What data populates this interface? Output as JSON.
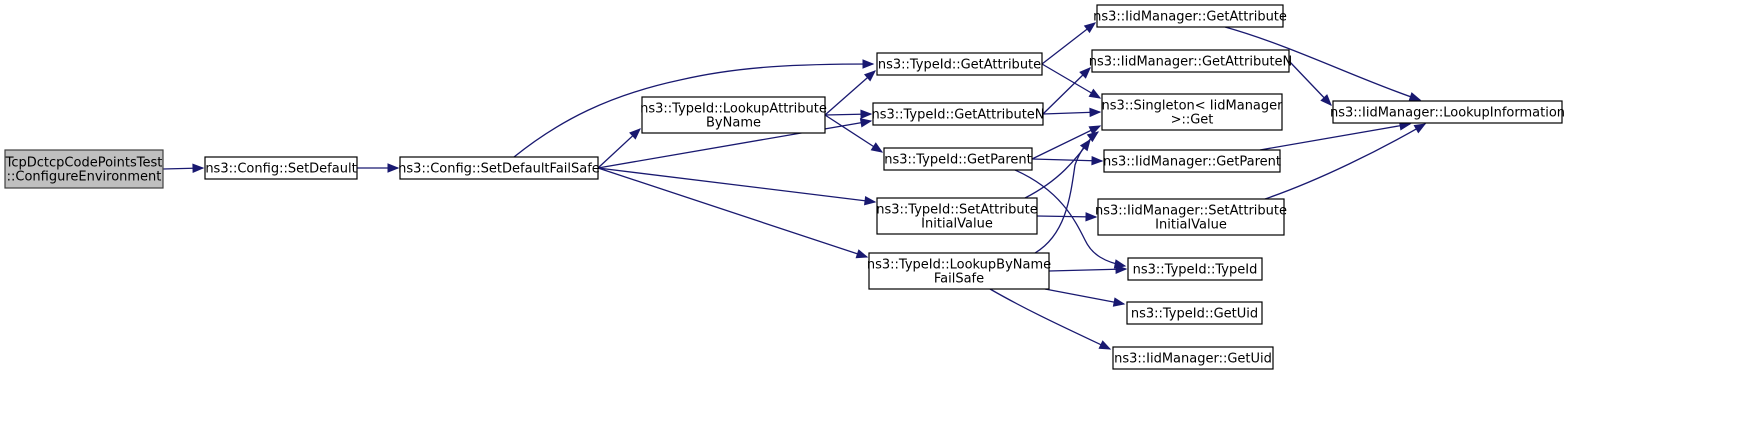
{
  "diagram": {
    "type": "call-graph",
    "colors": {
      "edge": "#191970",
      "root_fill": "#bfbfbf",
      "node_fill": "#ffffff",
      "border": "#000000"
    },
    "nodes": [
      {
        "id": "root",
        "lines": [
          "TcpDctcpCodePointsTest",
          "::ConfigureEnvironment"
        ],
        "root": true
      },
      {
        "id": "setdefault",
        "lines": [
          "ns3::Config::SetDefault"
        ]
      },
      {
        "id": "setdefaultfailsafe",
        "lines": [
          "ns3::Config::SetDefaultFailSafe"
        ]
      },
      {
        "id": "lookupattrbyname",
        "lines": [
          "ns3::TypeId::LookupAttribute",
          "ByName"
        ]
      },
      {
        "id": "tid_getattribute",
        "lines": [
          "ns3::TypeId::GetAttribute"
        ]
      },
      {
        "id": "tid_getattributen",
        "lines": [
          "ns3::TypeId::GetAttributeN"
        ]
      },
      {
        "id": "tid_getparent",
        "lines": [
          "ns3::TypeId::GetParent"
        ]
      },
      {
        "id": "tid_setattrinit",
        "lines": [
          "ns3::TypeId::SetAttribute",
          "InitialValue"
        ]
      },
      {
        "id": "tid_lookupbyname",
        "lines": [
          "ns3::TypeId::LookupByName",
          "FailSafe"
        ]
      },
      {
        "id": "iid_getattribute",
        "lines": [
          "ns3::IidManager::GetAttribute"
        ]
      },
      {
        "id": "iid_getattributen",
        "lines": [
          "ns3::IidManager::GetAttributeN"
        ]
      },
      {
        "id": "singleton_get",
        "lines": [
          "ns3::Singleton< IidManager",
          ">::Get"
        ]
      },
      {
        "id": "iid_getparent",
        "lines": [
          "ns3::IidManager::GetParent"
        ]
      },
      {
        "id": "iid_setattrinit",
        "lines": [
          "ns3::IidManager::SetAttribute",
          "InitialValue"
        ]
      },
      {
        "id": "tid_typeid",
        "lines": [
          "ns3::TypeId::TypeId"
        ]
      },
      {
        "id": "tid_getuid",
        "lines": [
          "ns3::TypeId::GetUid"
        ]
      },
      {
        "id": "iid_getuid",
        "lines": [
          "ns3::IidManager::GetUid"
        ]
      },
      {
        "id": "iid_lookupinfo",
        "lines": [
          "ns3::IidManager::LookupInformation"
        ]
      }
    ],
    "edges": [
      [
        "root",
        "setdefault"
      ],
      [
        "setdefault",
        "setdefaultfailsafe"
      ],
      [
        "setdefaultfailsafe",
        "tid_getattribute"
      ],
      [
        "setdefaultfailsafe",
        "lookupattrbyname"
      ],
      [
        "setdefaultfailsafe",
        "tid_getattributen"
      ],
      [
        "setdefaultfailsafe",
        "tid_setattrinit"
      ],
      [
        "setdefaultfailsafe",
        "tid_lookupbyname"
      ],
      [
        "lookupattrbyname",
        "tid_getattribute"
      ],
      [
        "lookupattrbyname",
        "tid_getattributen"
      ],
      [
        "lookupattrbyname",
        "tid_getparent"
      ],
      [
        "tid_getattribute",
        "iid_getattribute"
      ],
      [
        "tid_getattribute",
        "singleton_get"
      ],
      [
        "tid_getattributen",
        "iid_getattributen"
      ],
      [
        "tid_getattributen",
        "singleton_get"
      ],
      [
        "tid_getparent",
        "singleton_get"
      ],
      [
        "tid_getparent",
        "iid_getparent"
      ],
      [
        "tid_getparent",
        "tid_typeid"
      ],
      [
        "tid_setattrinit",
        "singleton_get"
      ],
      [
        "tid_setattrinit",
        "iid_setattrinit"
      ],
      [
        "tid_lookupbyname",
        "singleton_get"
      ],
      [
        "tid_lookupbyname",
        "tid_typeid"
      ],
      [
        "tid_lookupbyname",
        "tid_getuid"
      ],
      [
        "tid_lookupbyname",
        "iid_getuid"
      ],
      [
        "iid_getattribute",
        "iid_lookupinfo"
      ],
      [
        "iid_getattributen",
        "iid_lookupinfo"
      ],
      [
        "iid_getparent",
        "iid_lookupinfo"
      ],
      [
        "iid_setattrinit",
        "iid_lookupinfo"
      ]
    ]
  }
}
